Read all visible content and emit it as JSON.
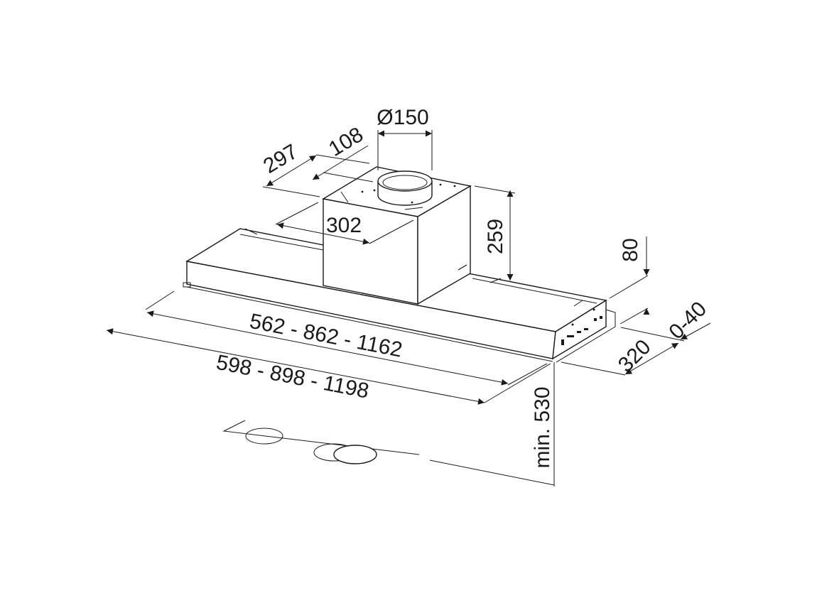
{
  "diagram": {
    "title": "Cooker hood dimension drawing",
    "dimensions": {
      "duct_diameter": "Ø150",
      "depth_297": "297",
      "offset_108": "108",
      "chimney_width": "302",
      "chimney_height": "259",
      "canopy_height": "80",
      "extension": "0-40",
      "canopy_depth": "320",
      "inner_width": "562 - 862 - 1162",
      "outer_width": "598 - 898 - 1198",
      "min_height": "min. 530"
    },
    "colors": {
      "line": "#1a1a1a",
      "background": "#ffffff"
    }
  }
}
